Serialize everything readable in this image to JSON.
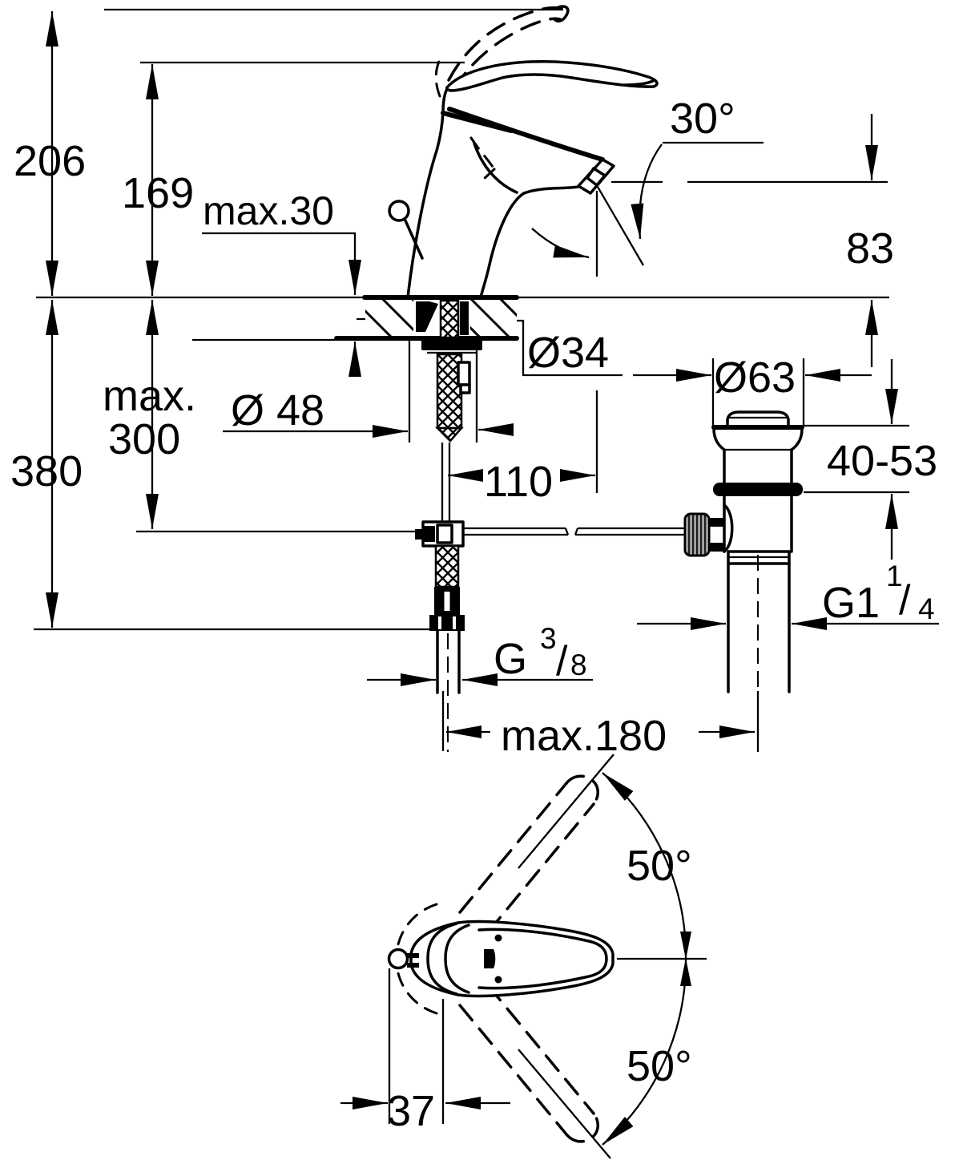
{
  "drawing": {
    "title": "Single-lever basin mixer with pop-up waste — installation dimension drawing",
    "units": "mm",
    "line_color": "#000000",
    "background_color": "#ffffff",
    "views": [
      "side elevation with mounting section",
      "plan view of handle swivel"
    ]
  },
  "labels": {
    "h206": "206",
    "h169": "169",
    "max30": "max.30",
    "deg30": "30°",
    "h83": "83",
    "d34": "Ø34",
    "d63": "Ø63",
    "d48": "Ø 48",
    "max_word": "max.",
    "v300": "300",
    "reach110": "110",
    "clamp4053": "40-53",
    "h380": "380",
    "g114_base": "G1",
    "g114_num": "1",
    "g114_slash": "/",
    "g114_den": "4",
    "g38_base": "G",
    "g38_num": "3",
    "g38_slash": "/",
    "g38_den": "8",
    "max180": "max.180",
    "deg50_upper": "50°",
    "deg50_lower": "50°",
    "w37": "37"
  }
}
